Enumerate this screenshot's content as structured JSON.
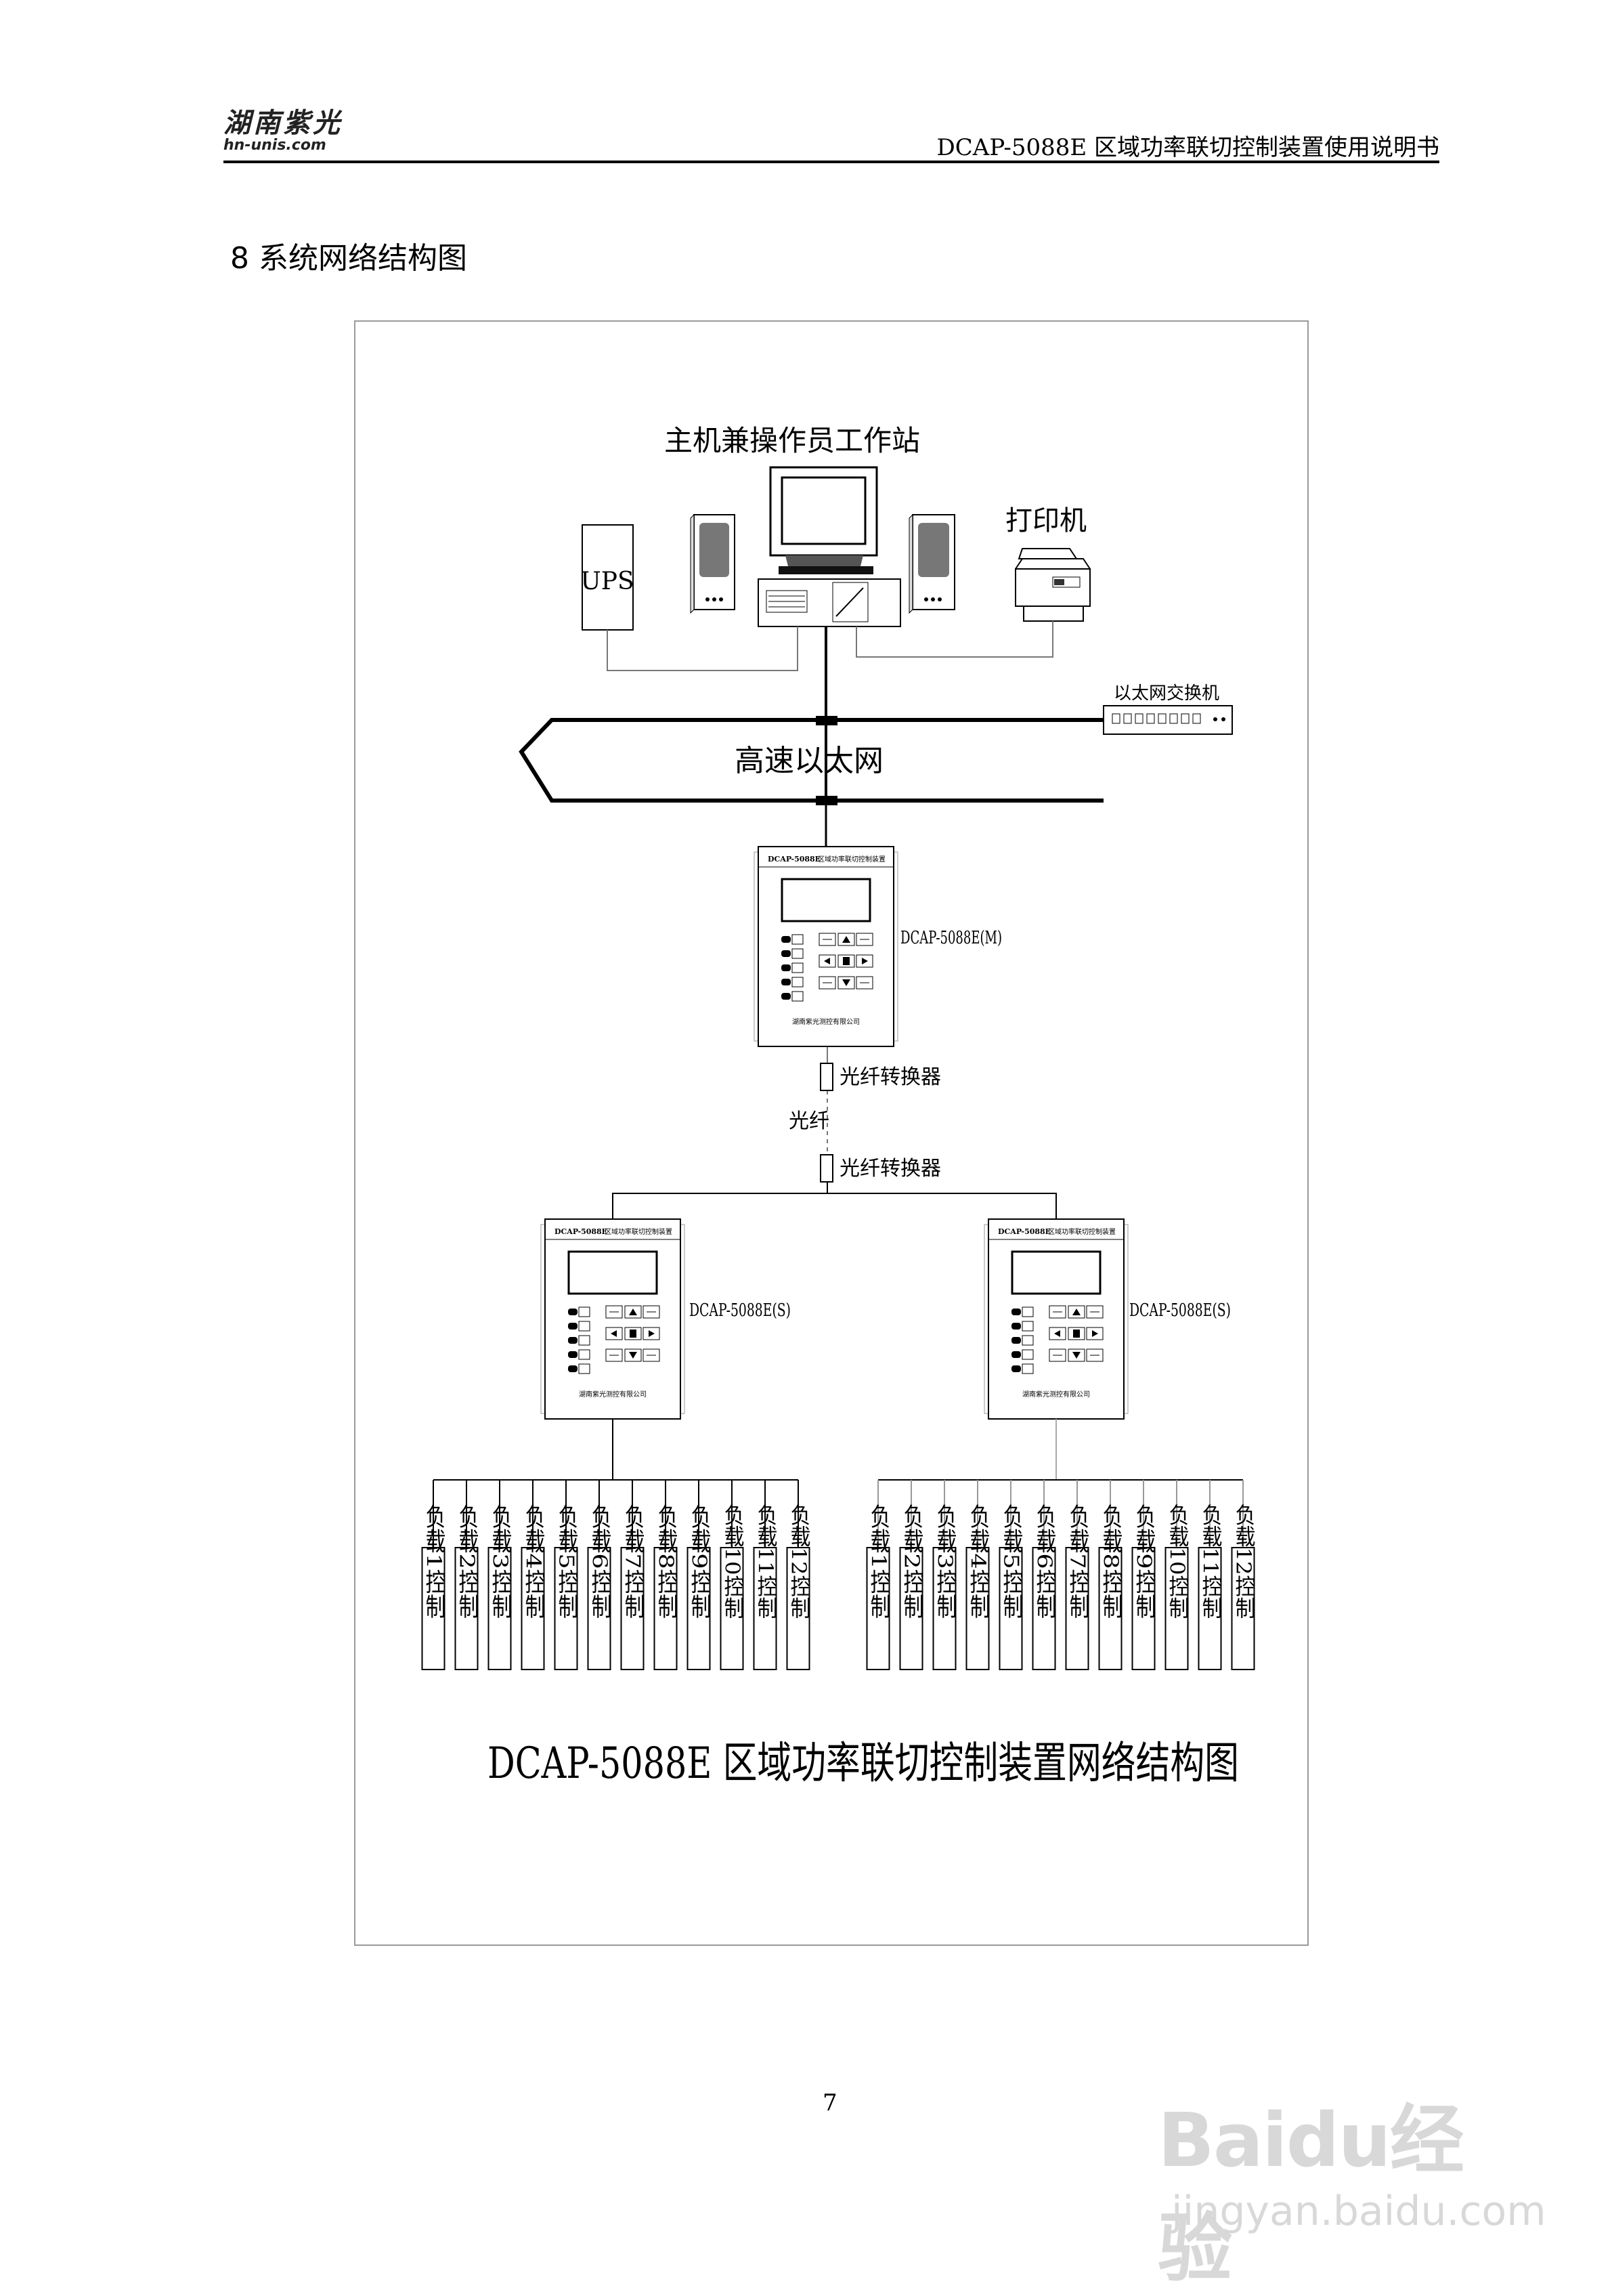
{
  "header": {
    "logo_cn": "湖南紫光",
    "logo_en": "hn-unis.com",
    "doc_title": "DCAP-5088E 区域功率联切控制装置使用说明书"
  },
  "section": {
    "title": "8  系统网络结构图"
  },
  "diagram": {
    "workstation_label": "主机兼操作员工作站",
    "ups_label": "UPS",
    "printer_label": "打印机",
    "switch_label": "以太网交换机",
    "network_label": "高速以太网",
    "master_label": "DCAP-5088E(M)",
    "converter_top_label": "光纤转换器",
    "fiber_label": "光纤",
    "converter_bottom_label": "光纤转换器",
    "slave_left_label": "DCAP-5088E(S)",
    "slave_right_label": "DCAP-5088E(S)",
    "device_brand": "DCAP-5088E",
    "device_subtitle": "区域功率联切控制装置",
    "device_maker": "湖南紫光测控有限公司",
    "loads": [
      "负载1控制",
      "负载2控制",
      "负载3控制",
      "负载4控制",
      "负载5控制",
      "负载6控制",
      "负载7控制",
      "负载8控制",
      "负载9控制",
      "负载10控制",
      "负载11控制",
      "负载12控制"
    ],
    "caption": "DCAP-5088E   区域功率联切控制装置网络结构图"
  },
  "footer": {
    "page_number": "7"
  },
  "watermark": {
    "logo": "Baidu经验",
    "url": "jingyan.baidu.com"
  }
}
